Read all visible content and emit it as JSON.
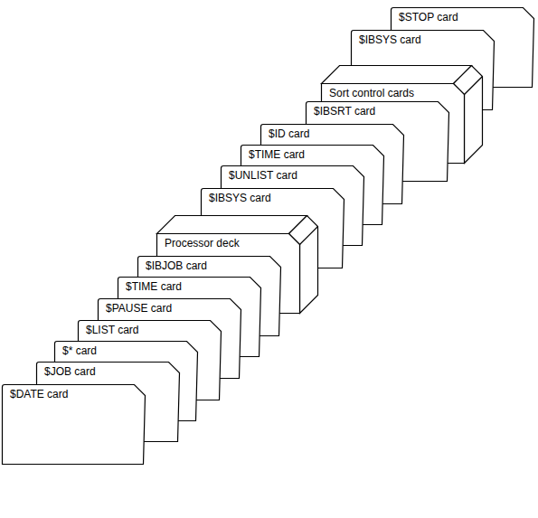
{
  "diagram": {
    "nodes": [
      {
        "text": [
          "$STOP card"
        ]
      },
      {
        "text": [
          "$IBSYS card"
        ]
      },
      {
        "text": [
          "Sort control cards"
        ]
      },
      {
        "text": [
          "$IBSRT card"
        ]
      },
      {
        "text": [
          "$ID card"
        ]
      },
      {
        "text": [
          "$TIME card"
        ]
      },
      {
        "text": [
          "$UNLIST card"
        ]
      },
      {
        "text": [
          "$IBSYS card"
        ]
      },
      {
        "text": [
          "Processor deck"
        ]
      },
      {
        "text": [
          "$IBJOB card"
        ]
      },
      {
        "text": [
          "$TIME card"
        ]
      },
      {
        "text": [
          "$PAUSE card"
        ]
      },
      {
        "text": [
          "$LIST card"
        ]
      },
      {
        "text": [
          "$* card"
        ]
      },
      {
        "text": [
          "$JOB card"
        ]
      },
      {
        "text": [
          "$DATE card"
        ]
      }
    ]
  }
}
